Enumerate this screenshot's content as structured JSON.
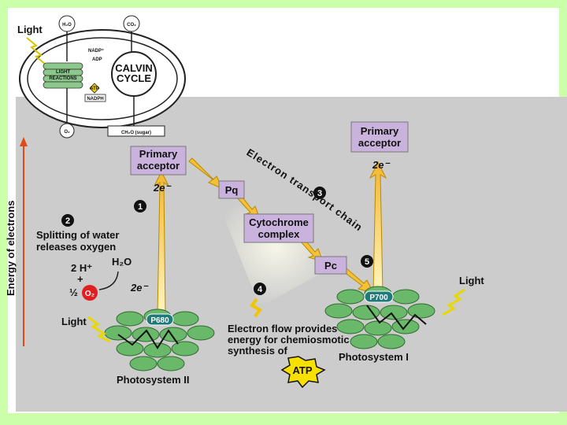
{
  "inset": {
    "light": "Light",
    "h2o": "H₂O",
    "co2": "CO₂",
    "nadp_plus": "NADP⁺",
    "adp": "ADP",
    "light_reactions_1": "LIGHT",
    "light_reactions_2": "REACTIONS",
    "atp": "ATP",
    "nadph": "NADPH",
    "calvin_1": "CALVIN",
    "calvin_2": "CYCLE",
    "o2": "O₂",
    "sugar": "CH₂O (sugar)"
  },
  "axis": {
    "label": "Energy of electrons"
  },
  "boxes": {
    "primary_acceptor_left_1": "Primary",
    "primary_acceptor_left_2": "acceptor",
    "primary_acceptor_right_1": "Primary",
    "primary_acceptor_right_2": "acceptor",
    "pq": "Pq",
    "cytochrome_1": "Cytochrome",
    "cytochrome_2": "complex",
    "pc": "Pc"
  },
  "chain_label": "Electron transport chain",
  "electrons": {
    "left": "2e⁻",
    "right": "2e⁻",
    "split": "2e⁻"
  },
  "steps": {
    "s1": "1",
    "s2": "2",
    "s3": "3",
    "s4": "4",
    "s5": "5"
  },
  "water": {
    "title_1": "Splitting of water",
    "title_2": "releases oxygen",
    "h2o": "H₂O",
    "two_h": "2 H⁺",
    "plus": "+",
    "half": "½",
    "o2": "O₂"
  },
  "ps2": {
    "light": "Light",
    "center": "P680",
    "name": "Photosystem II"
  },
  "ps1": {
    "light": "Light",
    "center": "P700",
    "name": "Photosystem I"
  },
  "flow": {
    "line1": "Electron flow provides",
    "line2": "energy for chemiosmotic",
    "line3": "synthesis of",
    "atp": "ATP"
  },
  "colors": {
    "background": "#ccffaa",
    "panel": "#cccccc",
    "box": "#c9b3dd",
    "arrow": "#f5c842",
    "thylakoid": "#6ab86a",
    "axis_arrow": "#e04a1a"
  }
}
